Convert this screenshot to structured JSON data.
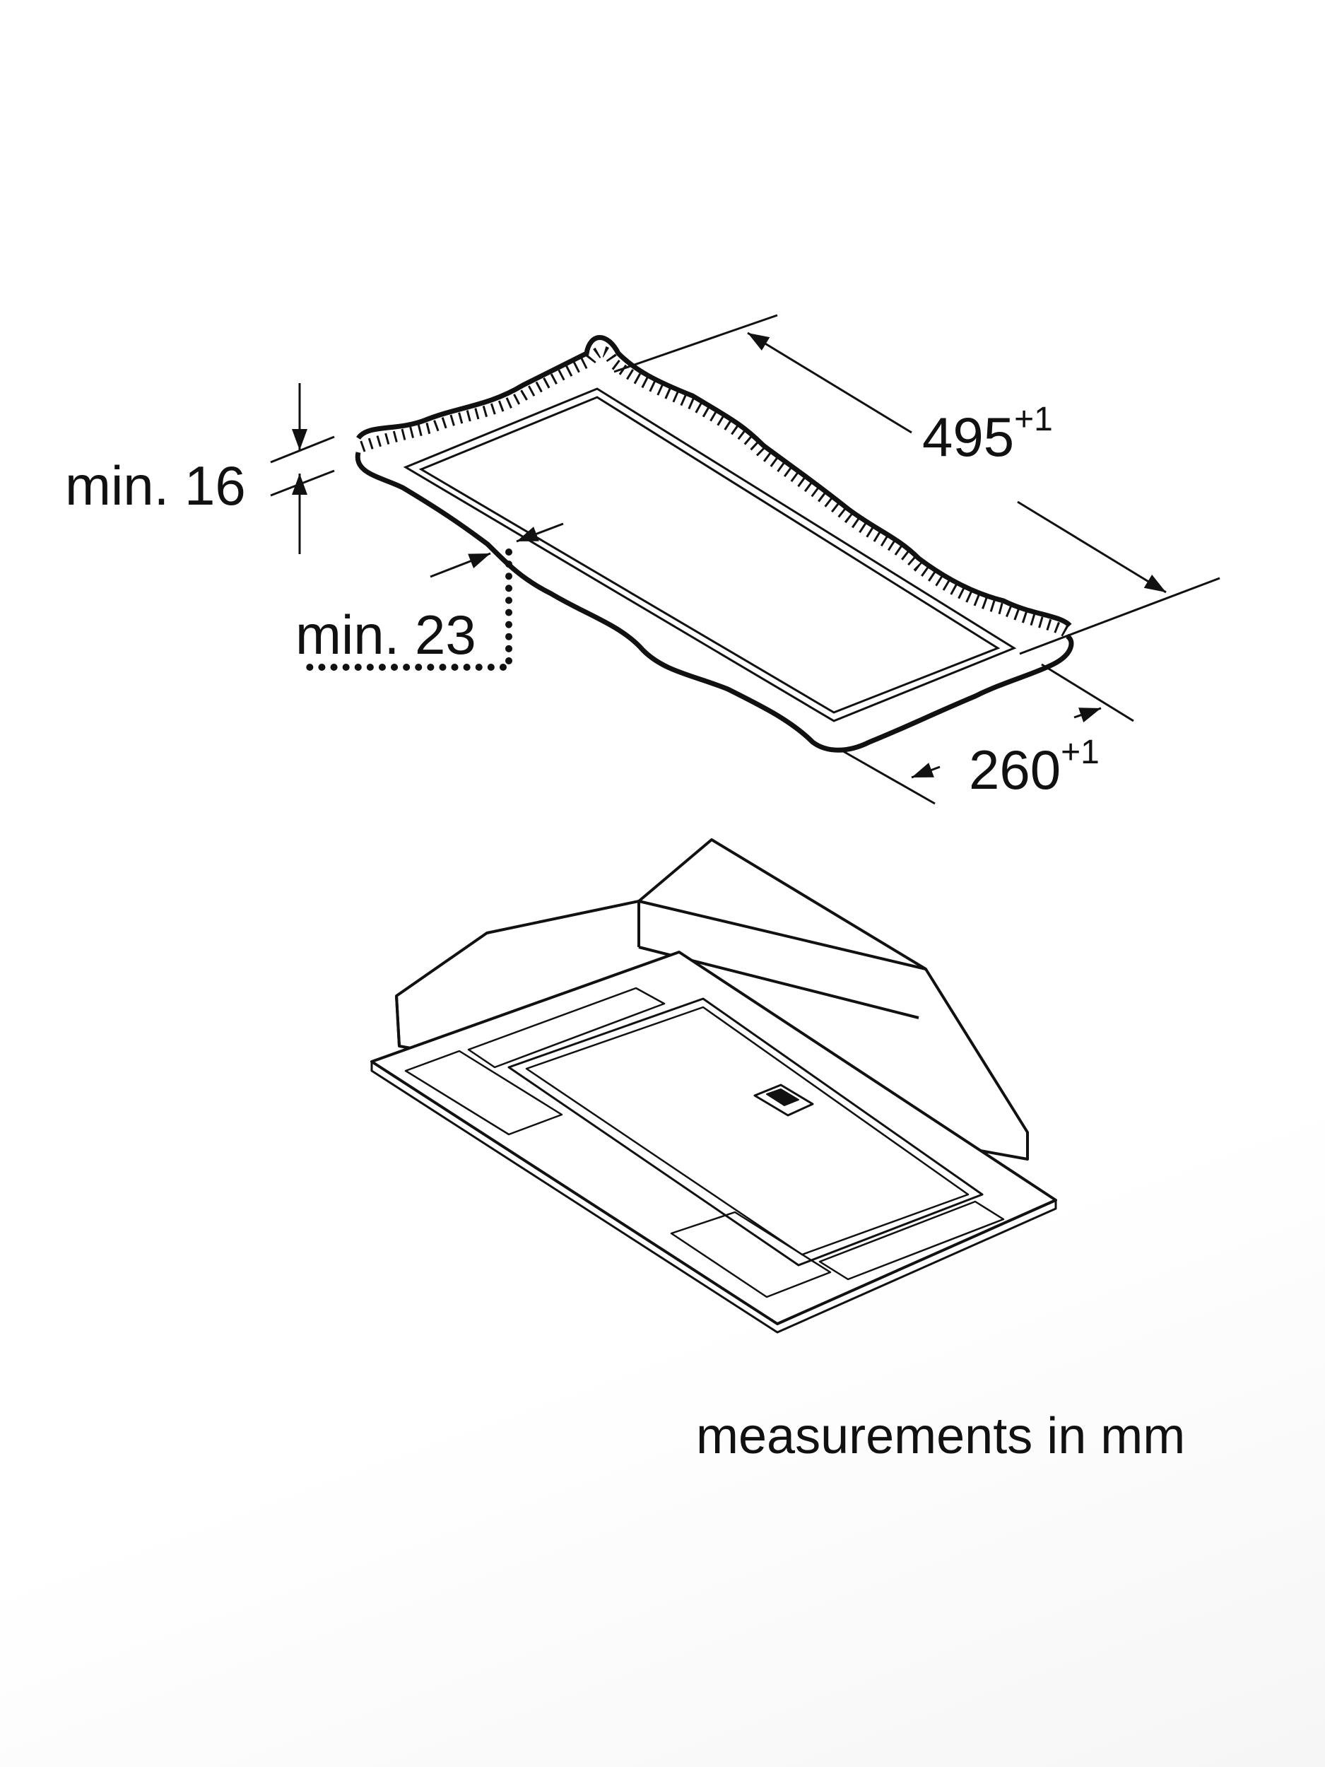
{
  "dimensions": {
    "min_depth": {
      "label": "min. 16"
    },
    "min_edge": {
      "label": "min. 23"
    },
    "cutout_length": {
      "value": "495",
      "tolerance": "+1"
    },
    "cutout_width": {
      "value": "260",
      "tolerance": "+1"
    }
  },
  "footer": {
    "units_note": "measurements in mm"
  },
  "colors": {
    "line": "#111111",
    "background": "#ffffff"
  }
}
